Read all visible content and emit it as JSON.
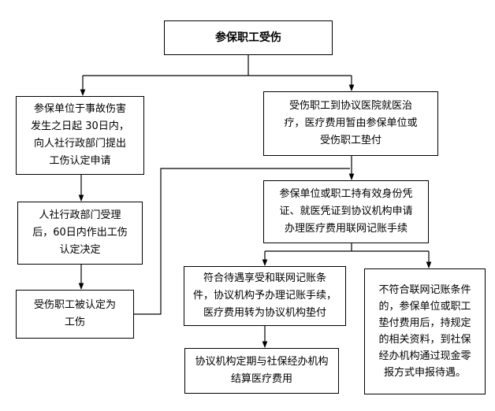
{
  "flowchart": {
    "title": "参保职工受伤",
    "employer_apply": "参保单位于事故伤害\n发生之日起 30日内，\n向人社行政部门提出\n工伤认定申请",
    "hospital_treatment": "受伤职工到协议医院就医治\n疗，医疗费用暂由参保单位或\n受伤职工垫付",
    "bureau_accept": "人社行政部门受理\n后，60日内作出工伤\n认定决定",
    "hold_documents": "参保单位或职工持有效身份凭\n证、就医凭证到协议机构申请\n办理医疗费用联网记账手续",
    "recognized": "受伤职工被认定为\n工伤",
    "eligible": "符合待遇享受和联网记账条\n件，协议机构予办理记账手续，\n医疗费用转为协议机构垫付",
    "not_eligible": "不符合联网记账条件\n的，参保单位或职工\n垫付费用后，持规定\n的相关资料，到社保\n经办机构通过现金零\n报方式申报待遇。",
    "settlement": "协议机构定期与社保经办机构\n结算医疗费用"
  }
}
